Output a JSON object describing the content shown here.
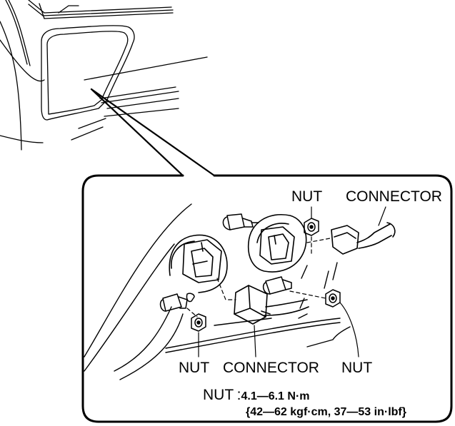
{
  "labels": {
    "nut_top": "NUT",
    "connector_top": "CONNECTOR",
    "nut_bottom_left": "NUT",
    "connector_bottom": "CONNECTOR",
    "nut_bottom_right": "NUT"
  },
  "torque_spec": {
    "label": "NUT",
    "separator": ":",
    "value_metric": "4.1—6.1 N·m",
    "value_alt": "{42—62 kgf·cm, 37—53 in·lbf}"
  },
  "colors": {
    "line": "#000000",
    "background": "#ffffff"
  }
}
